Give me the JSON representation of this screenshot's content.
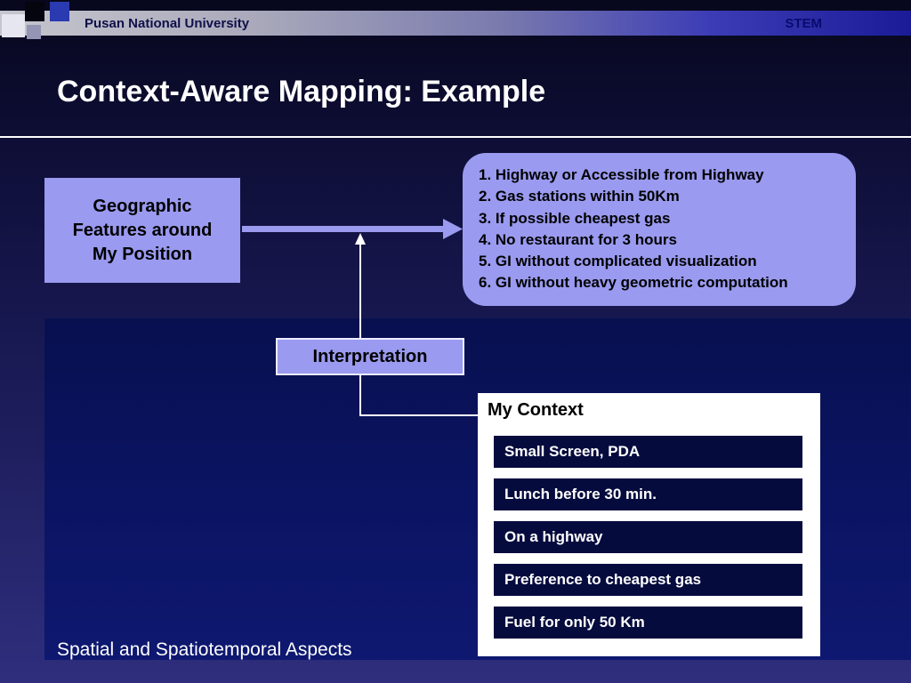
{
  "slide": {
    "header": {
      "university": "Pusan National University",
      "org": "STEM"
    },
    "title": "Context-Aware Mapping: Example",
    "footer": "Spatial and Spatiotemporal Aspects"
  },
  "diagram": {
    "geographic_box": {
      "label": "Geographic\nFeatures around\nMy Position"
    },
    "requirements_box": {
      "items": [
        "1. Highway or Accessible from Highway",
        "2. Gas stations within 50Km",
        "3. If possible cheapest gas",
        "4. No restaurant for 3 hours",
        "5. GI without complicated visualization",
        "6. GI without heavy geometric computation"
      ]
    },
    "interpretation_box": {
      "label": "Interpretation"
    },
    "my_context_box": {
      "title": "My Context",
      "items": [
        "Small Screen, PDA",
        "Lunch before 30 min.",
        "On a highway",
        "Preference to cheapest gas",
        "Fuel for only 50 Km"
      ]
    }
  },
  "colors": {
    "box_periwinkle": "#9a9af0",
    "panel_navy": "#0b1463",
    "context_bar_navy": "#060b3e",
    "slide_bg_top": "#07071d",
    "slide_bg_bottom": "#2e2e7d",
    "title_text": "#ffffff",
    "header_bar_blue": "#1b1b98"
  }
}
